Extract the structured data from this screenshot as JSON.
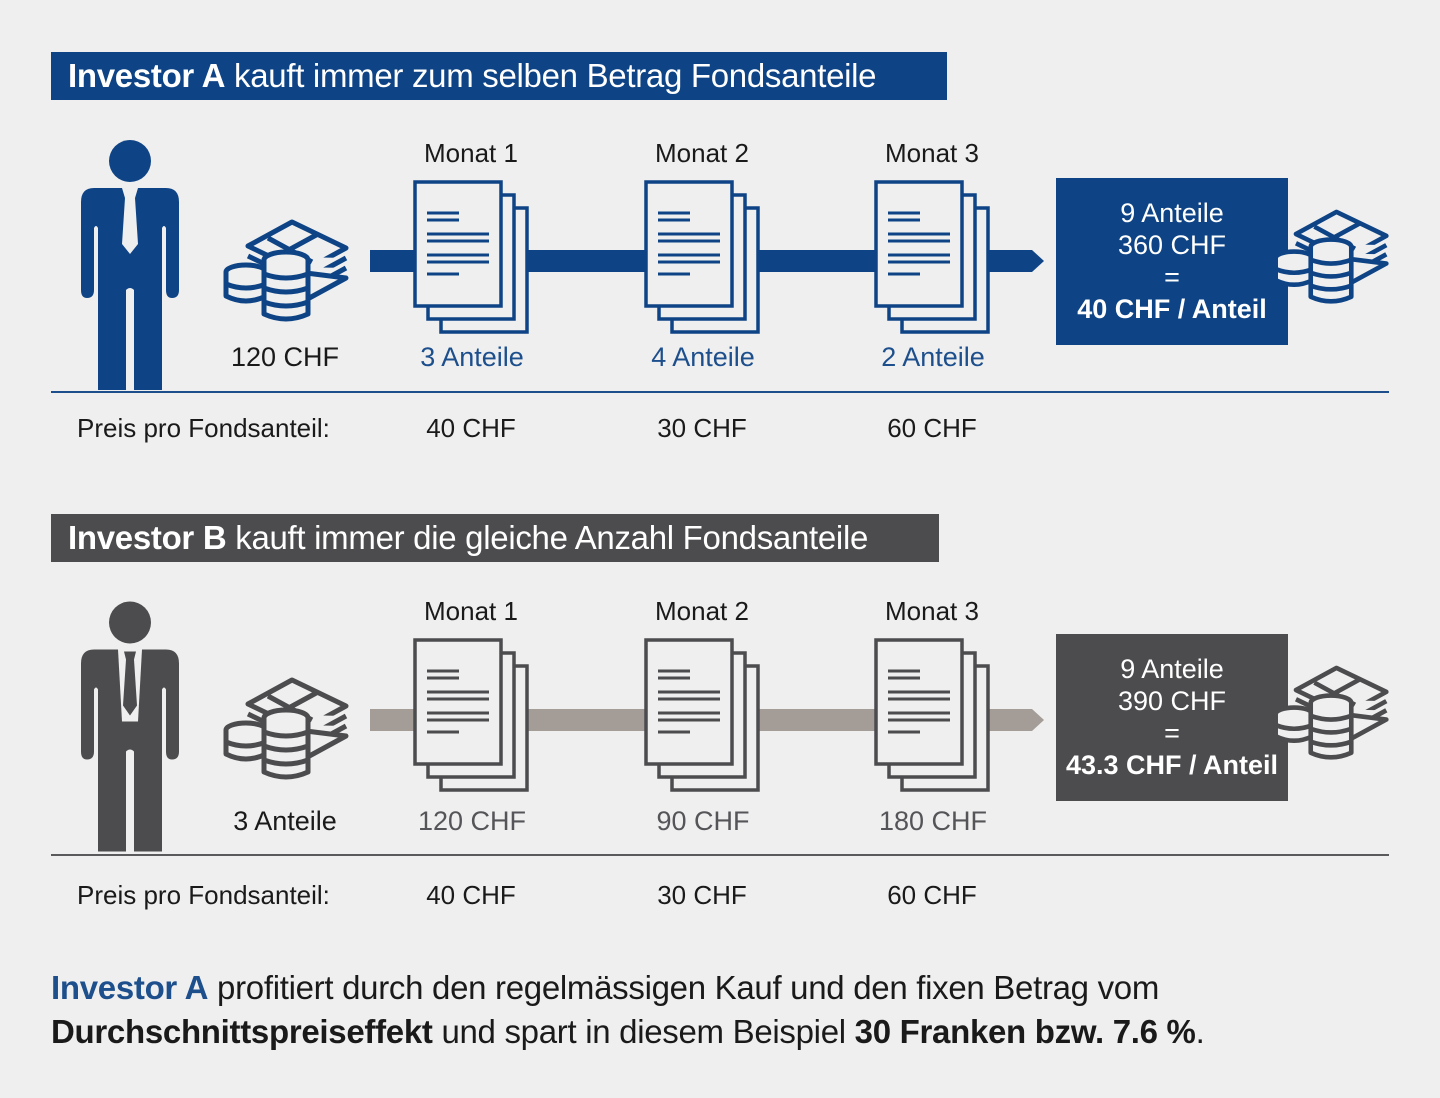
{
  "colors": {
    "investor_a": "#0e4485",
    "investor_b": "#4c4b4e",
    "arrow_b": "#a39c97",
    "background": "#efefef",
    "text": "#1a1a1a"
  },
  "investor_a": {
    "title_bold": "Investor A",
    "title_rest": " kauft immer zum selben Betrag Fondsanteile",
    "investment_label": "120 CHF",
    "months": [
      {
        "label": "Monat 1",
        "result": "3 Anteile",
        "price": "40 CHF"
      },
      {
        "label": "Monat 2",
        "result": "4 Anteile",
        "price": "30 CHF"
      },
      {
        "label": "Monat 3",
        "result": "2 Anteile",
        "price": "60 CHF"
      }
    ],
    "price_row_label": "Preis pro Fondsanteil:",
    "summary": {
      "shares": "9 Anteile",
      "total": "360 CHF",
      "equals": "=",
      "per_share": "40 CHF / Anteil"
    }
  },
  "investor_b": {
    "title_bold": "Investor B",
    "title_rest": " kauft immer die gleiche Anzahl Fondsanteile",
    "investment_label": "3 Anteile",
    "months": [
      {
        "label": "Monat 1",
        "result": "120 CHF",
        "price": "40 CHF"
      },
      {
        "label": "Monat 2",
        "result": "90 CHF",
        "price": "30 CHF"
      },
      {
        "label": "Monat 3",
        "result": "180 CHF",
        "price": "60 CHF"
      }
    ],
    "price_row_label": "Preis pro Fondsanteil:",
    "summary": {
      "shares": "9 Anteile",
      "total": "390 CHF",
      "equals": "=",
      "per_share": "43.3 CHF / Anteil"
    }
  },
  "conclusion": {
    "highlight": "Investor A",
    "text1": " profitiert durch den regelmässigen Kauf und den fixen Betrag vom",
    "bold1": "Durchschnittspreiseffekt",
    "text2": " und spart in diesem Beispiel ",
    "bold2": "30 Franken bzw. 7.6 %",
    "text3": "."
  },
  "icons": {
    "person": "businessman-icon",
    "money": "money-stack-icon",
    "document": "document-stack-icon",
    "arrow": "timeline-arrow"
  }
}
